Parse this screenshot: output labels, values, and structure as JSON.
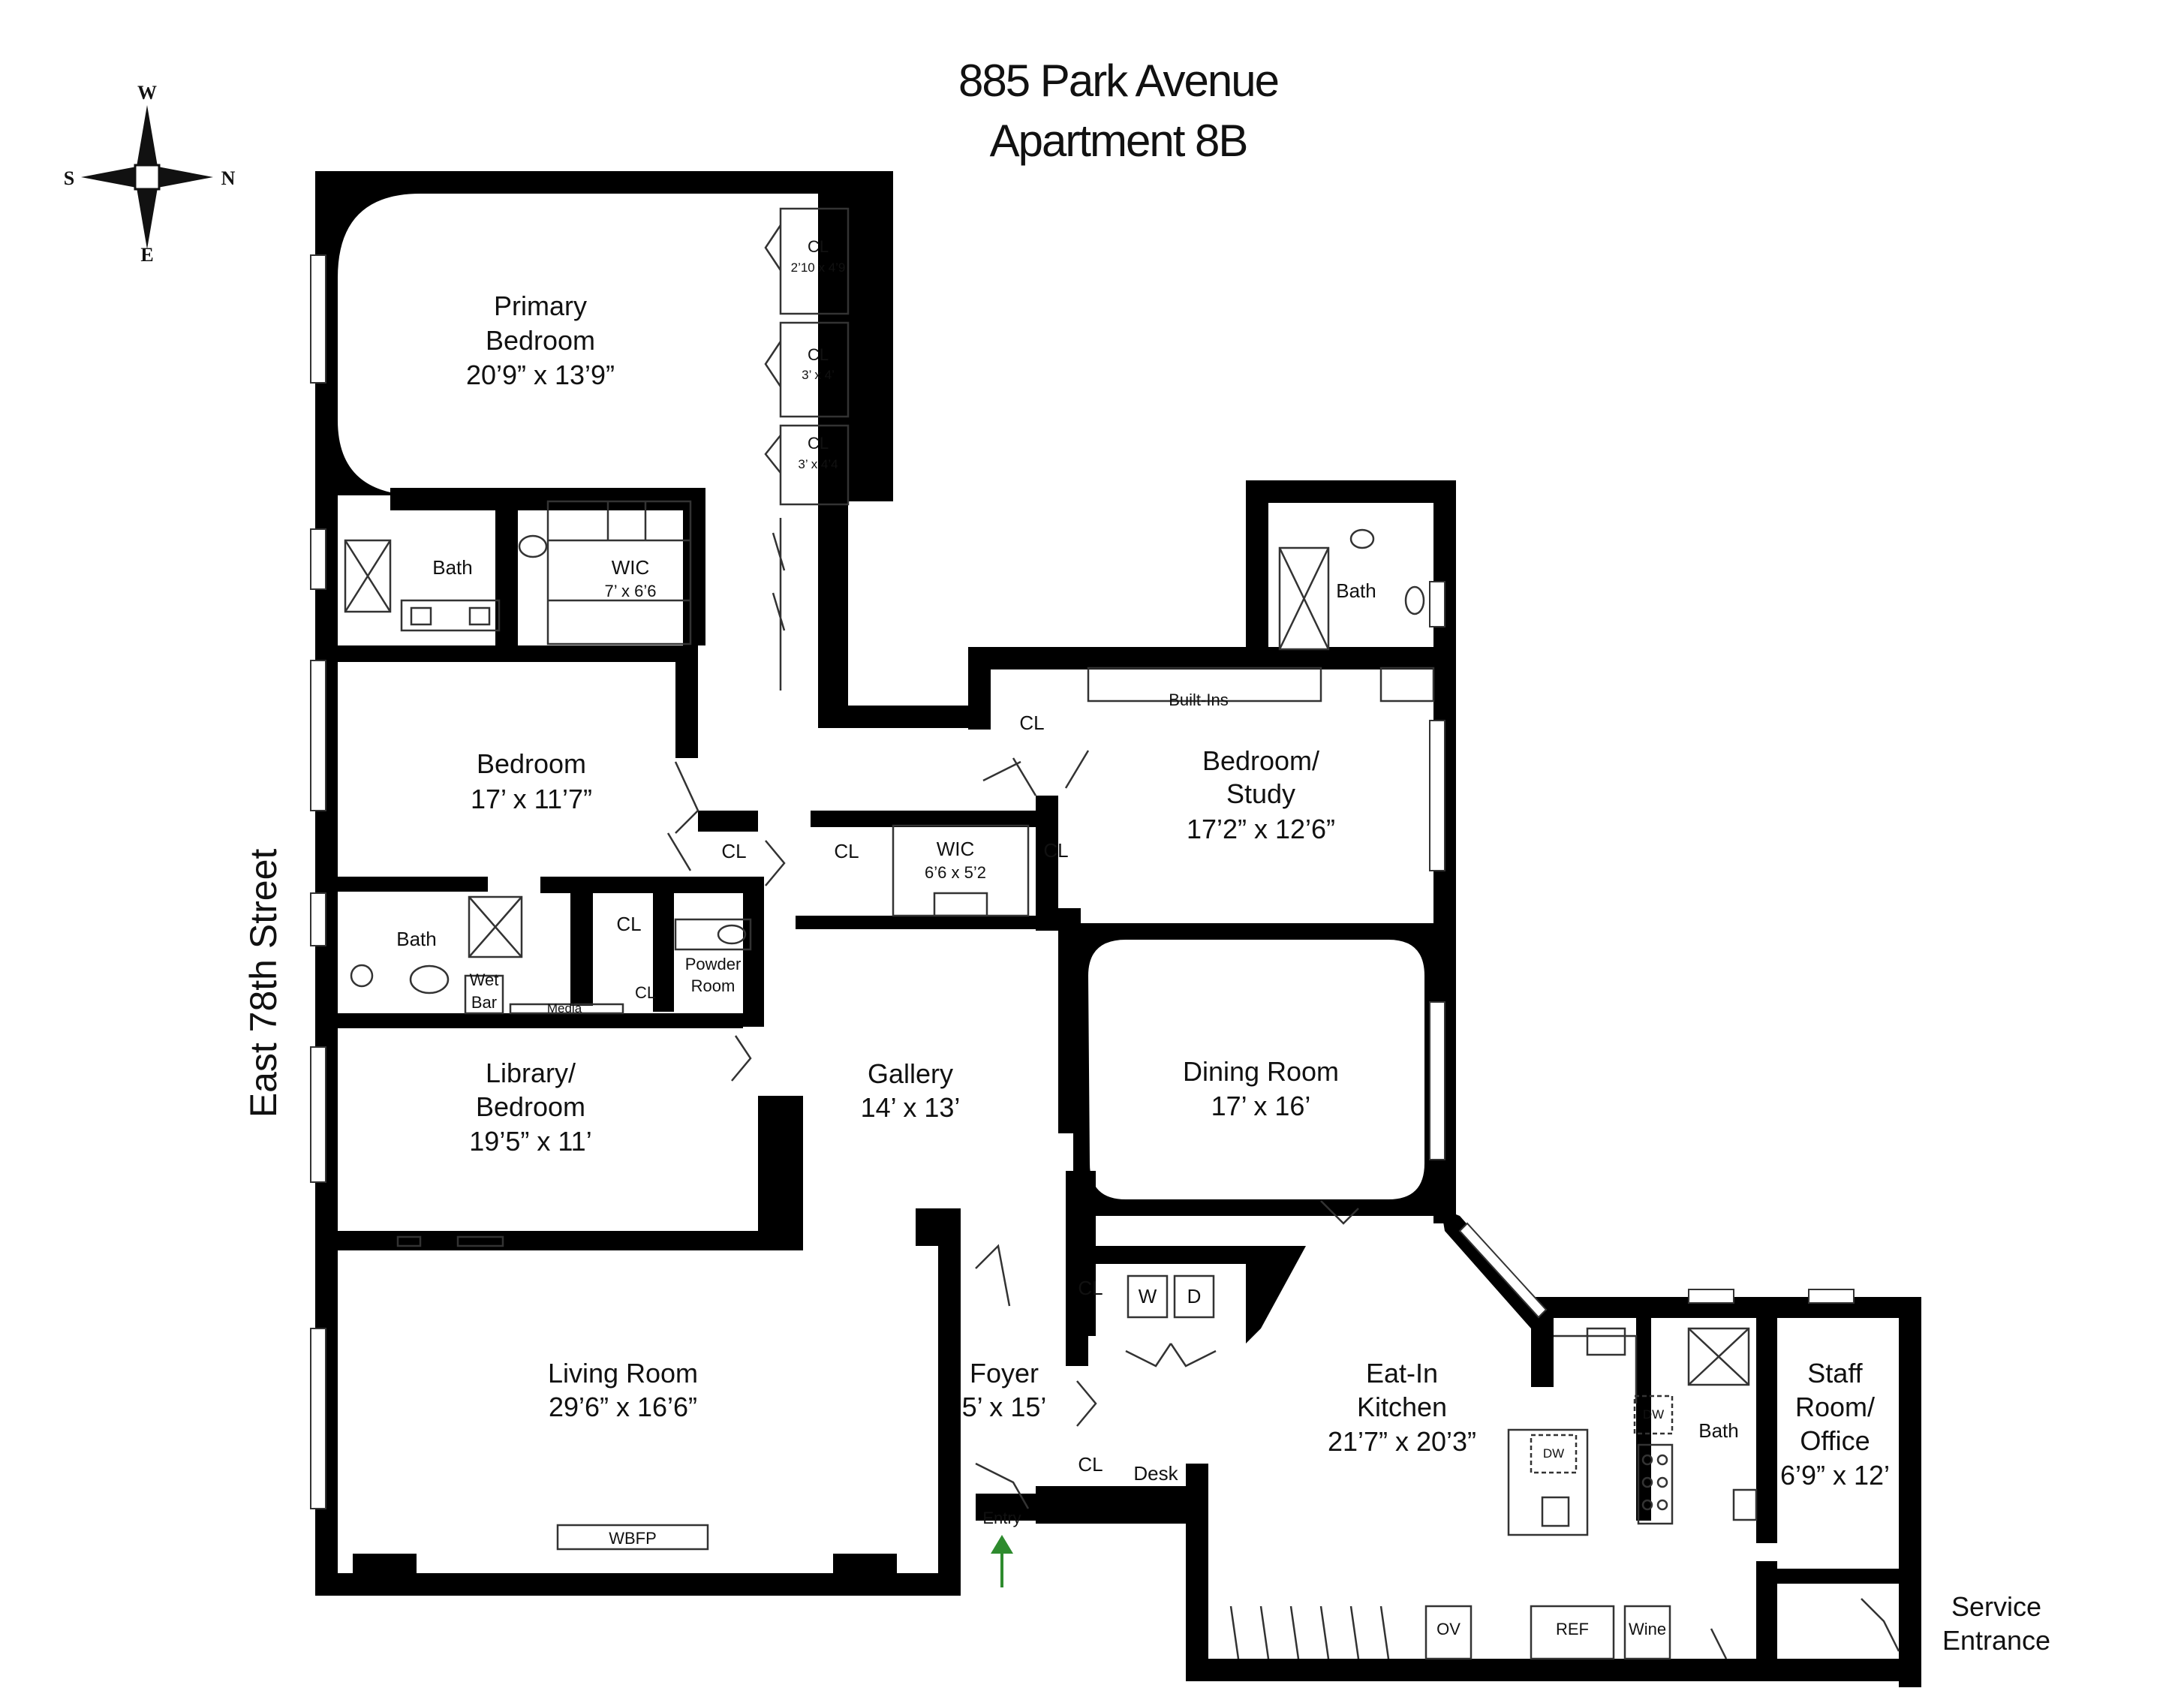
{
  "title": {
    "address": "885 Park Avenue",
    "unit": "Apartment 8B"
  },
  "street_label": "East 78th Street",
  "compass": {
    "w": "W",
    "s": "S",
    "n": "N",
    "e": "E"
  },
  "rooms": {
    "primary_bedroom": {
      "name_1": "Primary",
      "name_2": "Bedroom",
      "dims": "20’9” x 13’9”"
    },
    "cl_1": {
      "name": "CL",
      "dims": "2’10 x 4’9"
    },
    "cl_2": {
      "name": "CL",
      "dims": "3’ x 4’"
    },
    "cl_3": {
      "name": "CL",
      "dims": "3’ x 4’4"
    },
    "primary_bath": {
      "name": "Bath"
    },
    "wic_1": {
      "name": "WIC",
      "dims": "7’ x 6’6"
    },
    "bedroom": {
      "name": "Bedroom",
      "dims": "17’ x 11’7”"
    },
    "cl_4": {
      "name": "CL"
    },
    "cl_5": {
      "name": "CL"
    },
    "wic_2": {
      "name": "WIC",
      "dims": "6’6 x 5’2"
    },
    "cl_6": {
      "name": "CL"
    },
    "cl_7": {
      "name": "CL"
    },
    "bath_2": {
      "name": "Bath"
    },
    "cl_8": {
      "name": "CL"
    },
    "cl_9": {
      "name": "CL"
    },
    "wet_bar": {
      "name_1": "Wet",
      "name_2": "Bar"
    },
    "media": {
      "name": "Media"
    },
    "powder_room": {
      "name_1": "Powder",
      "name_2": "Room"
    },
    "library": {
      "name_1": "Library/",
      "name_2": "Bedroom",
      "dims": "19’5” x 11’"
    },
    "gallery": {
      "name": "Gallery",
      "dims": "14’ x 13’"
    },
    "dining_room": {
      "name": "Dining Room",
      "dims": "17’ x 16’"
    },
    "study_bath": {
      "name": "Bath"
    },
    "built_ins": {
      "name": "Built-Ins"
    },
    "study": {
      "name_1": "Bedroom/",
      "name_2": "Study",
      "dims": "17’2” x 12’6”"
    },
    "living_room": {
      "name": "Living Room",
      "dims": "29’6” x 16’6”"
    },
    "wbfp": {
      "name": "WBFP"
    },
    "foyer": {
      "name": "Foyer",
      "dims": "5’ x 15’"
    },
    "entry": {
      "name": "Entry"
    },
    "cl_10": {
      "name": "CL"
    },
    "washer": {
      "name": "W"
    },
    "dryer": {
      "name": "D"
    },
    "cl_11": {
      "name": "CL"
    },
    "desk": {
      "name": "Desk"
    },
    "kitchen": {
      "name_1": "Eat-In",
      "name_2": "Kitchen",
      "dims": "21’7” x 20’3”"
    },
    "dw_1": {
      "name": "DW"
    },
    "dw_2": {
      "name": "DW"
    },
    "oven": {
      "name": "OV"
    },
    "refrigerator": {
      "name": "REF"
    },
    "wine": {
      "name": "Wine"
    },
    "staff_bath": {
      "name": "Bath"
    },
    "staff_room": {
      "name_1": "Staff",
      "name_2": "Room/",
      "name_3": "Office",
      "dims": "6’9” x 12’"
    },
    "service_entrance": {
      "name_1": "Service",
      "name_2": "Entrance"
    }
  },
  "colors": {
    "wall": "#000000",
    "entry_arrow": "#2e8b2e",
    "background": "#ffffff"
  }
}
